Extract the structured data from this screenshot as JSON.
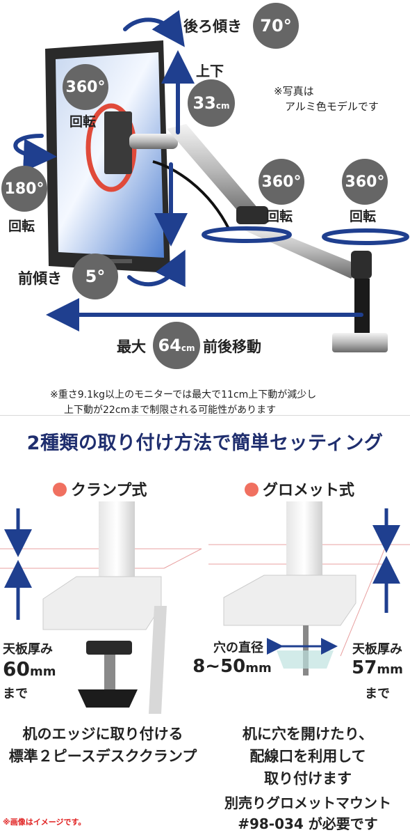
{
  "top": {
    "tilt_back": {
      "label": "後ろ傾き",
      "value": "70°"
    },
    "up_down": {
      "label": "上下",
      "value": "33",
      "unit": "cm"
    },
    "photo_note": {
      "line1": "※写真は",
      "line2": "アルミ色モデルです"
    },
    "monitor_rotation": {
      "value": "360°",
      "label": "回転"
    },
    "left_rotation": {
      "value": "180°",
      "label": "回転"
    },
    "joint_rotation_1": {
      "value": "360°",
      "label": "回転"
    },
    "joint_rotation_2": {
      "value": "360°",
      "label": "回転"
    },
    "tilt_forward": {
      "label": "前傾き",
      "value": "5°"
    },
    "extension": {
      "prefix": "最大",
      "value": "64",
      "unit": "cm",
      "suffix": "前後移動"
    },
    "weight_note": {
      "line1": "※重さ9.1kg以上のモニターでは最大で11cm上下動が減少し",
      "line2": "上下動が22cmまで制限される可能性があります"
    }
  },
  "bottom": {
    "headline": "2種類の取り付け方法で簡単セッティング",
    "clamp": {
      "title": "クランプ式",
      "thickness": {
        "line1": "天板厚み",
        "value": "60",
        "unit": "mm",
        "line3": "まで"
      },
      "desc_line1": "机のエッジに取り付ける",
      "desc_line2": "標準２ピースデスククランプ"
    },
    "grommet": {
      "title": "グロメット式",
      "hole": {
        "line1": "穴の直径",
        "value": "8~50",
        "unit": "mm"
      },
      "thickness": {
        "line1": "天板厚み",
        "value": "57",
        "unit": "mm",
        "line3": "まで"
      },
      "desc_line1": "机に穴を開けたり、",
      "desc_line2": "配線口を利用して",
      "desc_line3": "取り付けます",
      "mount_line1": "別売りグロメットマウント",
      "mount_line2": "#98-034 が必要です"
    },
    "footnote": "※画像はイメージです。"
  },
  "colors": {
    "arrow_blue": "#1f3f8f",
    "badge_gray": "#666666",
    "headline_navy": "#1f2e6e",
    "bullet_coral": "#f07060",
    "footnote_red": "#e02020"
  }
}
